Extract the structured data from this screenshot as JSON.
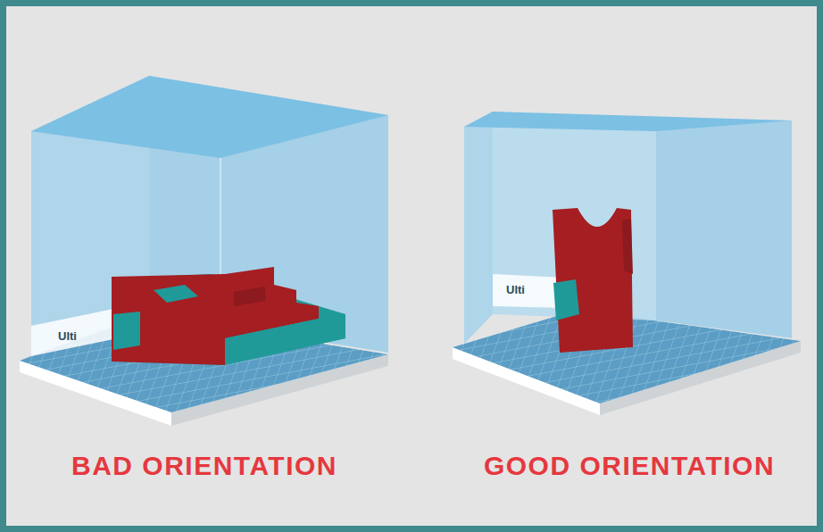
{
  "diagram": {
    "labels": [
      "Ulti",
      "BAD ORIENTATION",
      "Ulti",
      "GOOD ORIENTATION"
    ]
  }
}
